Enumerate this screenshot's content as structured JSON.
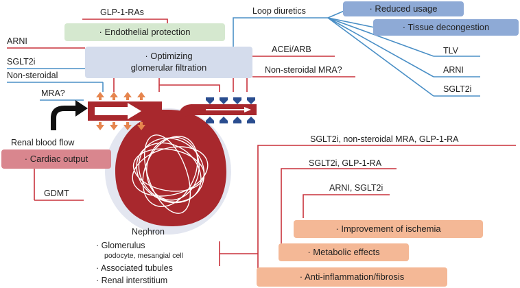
{
  "labels": {
    "glp1_ras": "GLP-1-RAs",
    "loop_diuretics": "Loop diuretics",
    "arni_left": "ARNI",
    "sglt2i_left": "SGLT2i",
    "non_steroidal": "Non-steroidal",
    "mra_q": "MRA?",
    "acei_arb": "ACEi/ARB",
    "ns_mra_q": "Non-steroidal MRA?",
    "tlv": "TLV",
    "arni_right": "ARNI",
    "sglt2i_right": "SGLT2i",
    "renal_blood_flow": "Renal blood flow",
    "gdmt": "GDMT",
    "line1": "SGLT2i, non-steroidal MRA, GLP-1-RA",
    "line2": "SGLT2i, GLP-1-RA",
    "line3": "ARNI, SGLT2i",
    "nephron": "Nephron"
  },
  "boxes": {
    "endothelial": "· Endothelial protection",
    "optimizing": "· Optimizing\nglomerular filtration",
    "reduced_usage": "· Reduced usage",
    "tissue_decongestion": "· Tissue decongestion",
    "cardiac_output": "· Cardiac output",
    "ischemia": "· Improvement of ischemia",
    "metabolic": "· Metabolic effects",
    "inflammation": "· Anti-inflammation/fibrosis"
  },
  "nephron_items": {
    "glomerulus": "· Glomerulus",
    "glomerulus_sub": "podocyte, mesangial cell",
    "tubules": "· Associated tubules",
    "interstitium": "· Renal interstitium"
  },
  "colors": {
    "red_line": "#c8313a",
    "blue_line": "#4a8fc6",
    "nephron_red": "#a8282d",
    "halo": "#e3e6f0",
    "arrow_orange": "#e6854e",
    "arrow_blue": "#2a4d8f"
  }
}
